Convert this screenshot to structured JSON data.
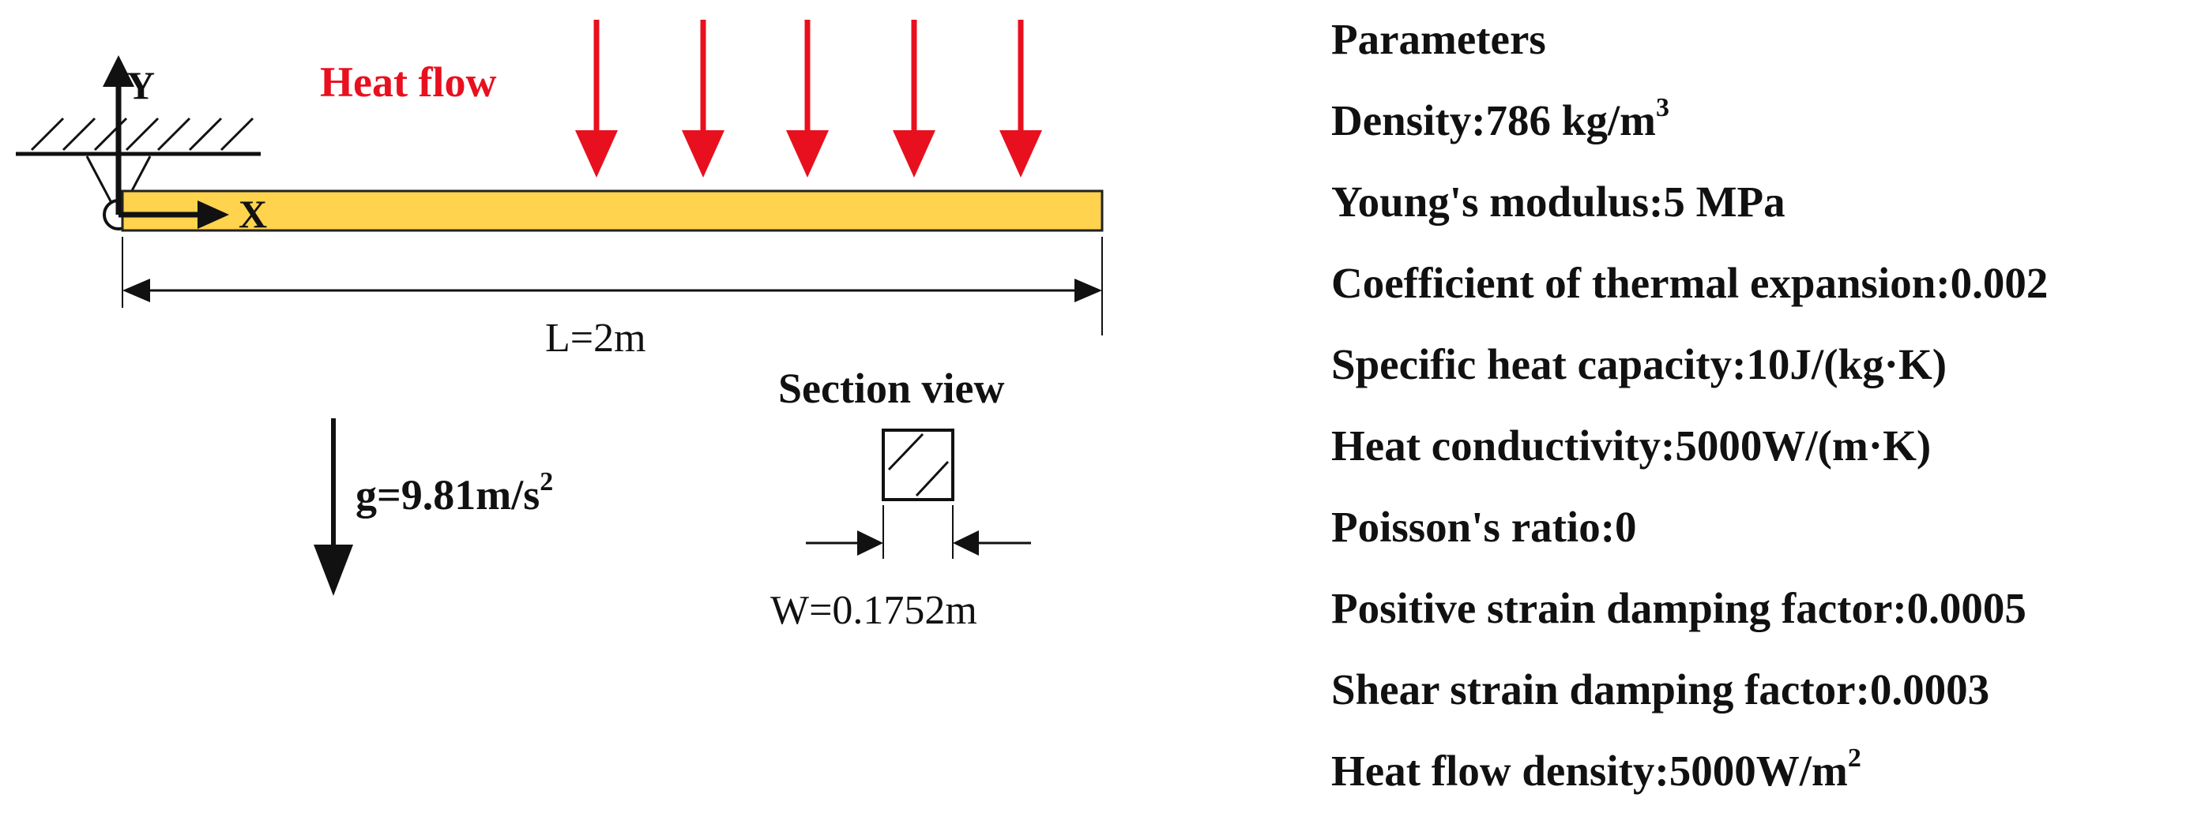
{
  "diagram": {
    "heat_flow_label": "Heat flow",
    "axis_y_label": "Y",
    "axis_x_label": "X",
    "length_label": "L=2m",
    "section_view_label": "Section view",
    "width_label": "W=0.1752m",
    "gravity_label_main": "g=9.81m/s",
    "gravity_label_sup": "2"
  },
  "parameters": {
    "title": "Parameters",
    "density": {
      "text": "Density:786 kg/m",
      "sup": "3"
    },
    "youngs_modulus": "Young's modulus:5 MPa",
    "thermal_expansion": "Coefficient of thermal expansion:0.002",
    "specific_heat": "Specific heat capacity:10J/(kg·K)",
    "heat_conductivity": "Heat conductivity:5000W/(m·K)",
    "poissons_ratio": "Poisson's ratio:0",
    "positive_strain_damping": "Positive strain damping factor:0.0005",
    "shear_strain_damping": "Shear strain damping factor:0.0003",
    "heat_flow_density": {
      "text": "Heat flow density:5000W/m",
      "sup": "2"
    }
  },
  "colors": {
    "beam_fill": "#FFD34D",
    "heat_arrow": "#E8101E",
    "line": "#111111"
  }
}
